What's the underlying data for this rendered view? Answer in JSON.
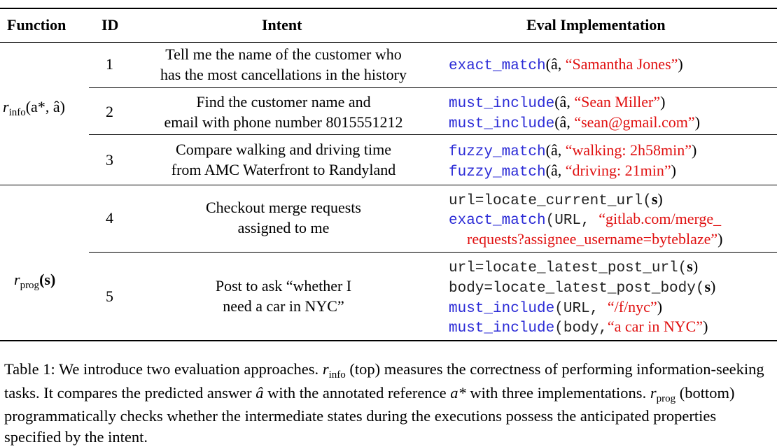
{
  "headers": {
    "function": "Function",
    "id": "ID",
    "intent": "Intent",
    "eval": "Eval Implementation"
  },
  "groups": {
    "info_symbol": "r",
    "info_sub": "info",
    "info_args": "(a*, â)",
    "prog_symbol": "r",
    "prog_sub": "prog",
    "prog_args": "(s)"
  },
  "rows": [
    {
      "id": "1",
      "intent": [
        "Tell me the name of the customer who",
        "has the most cancellations in the history"
      ],
      "eval": [
        {
          "fn": "exact_match",
          "args": "(â, ",
          "str": "“Samantha Jones”",
          "close": ")"
        }
      ]
    },
    {
      "id": "2",
      "intent": [
        "Find the customer name and",
        "email with phone number 8015551212"
      ],
      "eval": [
        {
          "fn": "must_include",
          "args": "(â, ",
          "str": "“Sean Miller”",
          "close": ")"
        },
        {
          "fn": "must_include",
          "args": "(â, ",
          "str": "“sean@gmail.com”",
          "close": ")"
        }
      ]
    },
    {
      "id": "3",
      "intent": [
        "Compare walking and driving time",
        "from AMC Waterfront to Randyland"
      ],
      "eval": [
        {
          "fn": "fuzzy_match",
          "args": "(â, ",
          "str": "“walking: 2h58min”",
          "close": ")"
        },
        {
          "fn": "fuzzy_match",
          "args": "(â, ",
          "str": "“driving: 21min”",
          "close": ")"
        }
      ]
    },
    {
      "id": "4",
      "intent": [
        "Checkout merge requests",
        "assigned to me"
      ],
      "eval_lines": [
        "url=locate_current_url(s)",
        "exact_match(URL, “gitlab.com/merge_",
        "requests?assignee_username=byteblaze”)"
      ]
    },
    {
      "id": "5",
      "intent": [
        "Post to ask “whether I",
        "need a car in NYC”"
      ],
      "eval_lines": [
        "url=locate_latest_post_url(s)",
        "body=locate_latest_post_body(s)",
        "must_include(URL, “/f/nyc”)",
        "must_include(body, “a car in NYC”)"
      ]
    }
  ],
  "caption": {
    "label": "Table 1:",
    "text_1": "We introduce two evaluation approaches.",
    "rinfo": "r",
    "rinfo_sub": "info",
    "text_2": "(top) measures the correctness of performing information-seeking tasks. It compares the predicted answer",
    "ahat": "â",
    "text_3": "with the annotated reference",
    "astar": "a*",
    "text_4": "with three implementations.",
    "rprog": "r",
    "rprog_sub": "prog",
    "text_5": "(bottom) programmatically checks whether the intermediate states during the executions possess the anticipated properties specified by the intent."
  },
  "colors": {
    "function_name": "#2b2bd6",
    "string_literal": "#e01010",
    "code_plain": "#222222"
  }
}
